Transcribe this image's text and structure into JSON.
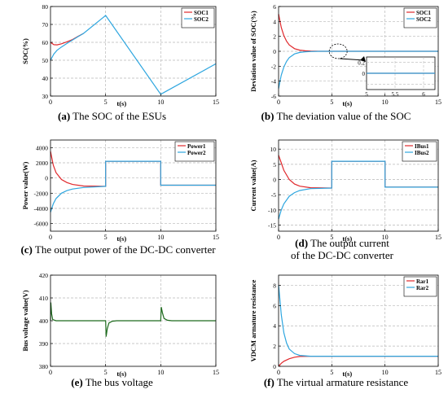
{
  "captions": [
    {
      "letter": "(a)",
      "text": " The SOC of the ESUs"
    },
    {
      "letter": "(b)",
      "text": " The deviation value of the SOC"
    },
    {
      "letter": "(c)",
      "text": " The output power of the DC-DC converter"
    },
    {
      "letter": "(d)",
      "text": " The output current",
      "line2": "of the DC-DC converter"
    },
    {
      "letter": "(e)",
      "text": " The bus voltage"
    },
    {
      "letter": "(f)",
      "text": " The virtual armature resistance"
    }
  ],
  "colors": {
    "red": "#e0282c",
    "blue": "#2ea6df",
    "green": "#1e6b1e",
    "grid": "#b8b8b8"
  },
  "chart_data": [
    {
      "type": "line",
      "title": "",
      "xlabel": "t(s)",
      "ylabel": "SOC(%)",
      "xlim": [
        0,
        15
      ],
      "ylim": [
        30,
        80
      ],
      "xticks": [
        0,
        5,
        10,
        15
      ],
      "yticks": [
        30,
        40,
        50,
        60,
        70,
        80
      ],
      "legend": "top-right",
      "series": [
        {
          "name": "SOC1",
          "color": "red",
          "x": [
            0,
            0.3,
            0.6,
            1,
            1.5,
            2,
            2.5,
            3
          ],
          "y": [
            60,
            58.7,
            58.6,
            59.2,
            60.3,
            61.6,
            63.3,
            65
          ]
        },
        {
          "name": "SOC2",
          "color": "blue",
          "x": [
            0,
            0.3,
            0.6,
            1,
            1.5,
            2,
            2.5,
            3,
            5,
            10,
            15
          ],
          "y": [
            50,
            53.5,
            55.6,
            57.4,
            59.4,
            61.3,
            63.2,
            65,
            75,
            31,
            48
          ]
        }
      ]
    },
    {
      "type": "line",
      "title": "",
      "xlabel": "t(s)",
      "ylabel": "Deviation value of SOC(%)",
      "xlim": [
        0,
        15
      ],
      "ylim": [
        -6,
        6
      ],
      "xticks": [
        0,
        5,
        10,
        15
      ],
      "yticks": [
        -6,
        -4,
        -2,
        0,
        2,
        4,
        6
      ],
      "legend": "top-right",
      "series": [
        {
          "name": "SOC1",
          "color": "red",
          "x": [
            0,
            0.25,
            0.5,
            0.75,
            1,
            1.5,
            2,
            2.5,
            3,
            4,
            15
          ],
          "y": [
            5,
            3.2,
            2.1,
            1.35,
            0.85,
            0.35,
            0.15,
            0.07,
            0.03,
            0,
            0
          ]
        },
        {
          "name": "SOC2",
          "color": "blue",
          "x": [
            0,
            0.25,
            0.5,
            0.75,
            1,
            1.5,
            2,
            2.5,
            3,
            4,
            15
          ],
          "y": [
            -5,
            -3.2,
            -2.1,
            -1.35,
            -0.85,
            -0.35,
            -0.15,
            -0.07,
            -0.03,
            0,
            0
          ]
        }
      ],
      "inset": {
        "xlim": [
          5,
          6.2
        ],
        "ylim": [
          -0.3,
          0.3
        ],
        "xticks": [
          5,
          5.5,
          6
        ],
        "xtick_labels": [
          "5",
          "5.5",
          "6"
        ],
        "yticks": [
          -0.2,
          0,
          0.2
        ],
        "ytick_labels": [
          "",
          "0",
          "0.2"
        ],
        "value": 0
      }
    },
    {
      "type": "line",
      "title": "",
      "xlabel": "t(s)",
      "ylabel": "Power value(W)",
      "xlim": [
        0,
        15
      ],
      "ylim": [
        -7000,
        5000
      ],
      "xticks": [
        0,
        5,
        10,
        15
      ],
      "yticks": [
        -6000,
        -4000,
        -2000,
        0,
        2000,
        4000
      ],
      "legend": "top-right",
      "series": [
        {
          "name": "Power1",
          "color": "red",
          "x": [
            0,
            0.25,
            0.5,
            1,
            1.5,
            2,
            3,
            5,
            5,
            10,
            10,
            15
          ],
          "y": [
            3500,
            1700,
            700,
            -200,
            -600,
            -850,
            -1050,
            -1100,
            2200,
            2200,
            -950,
            -950
          ]
        },
        {
          "name": "Power2",
          "color": "blue",
          "x": [
            0,
            0.25,
            0.5,
            1,
            1.5,
            2,
            3,
            5,
            5,
            10,
            10,
            15
          ],
          "y": [
            -4500,
            -3400,
            -2700,
            -2000,
            -1650,
            -1450,
            -1250,
            -1100,
            2200,
            2200,
            -950,
            -950
          ]
        }
      ]
    },
    {
      "type": "line",
      "title": "",
      "xlabel": "t(s)",
      "ylabel": "Current value(A)",
      "xlim": [
        0,
        15
      ],
      "ylim": [
        -17,
        13
      ],
      "xticks": [
        0,
        5,
        10,
        15
      ],
      "yticks": [
        -15,
        -10,
        -5,
        0,
        5,
        10
      ],
      "legend": "top-right",
      "series": [
        {
          "name": "IBus1",
          "color": "red",
          "x": [
            0,
            0.25,
            0.5,
            1,
            1.5,
            2,
            3,
            5,
            5,
            10,
            10,
            15
          ],
          "y": [
            8,
            5.5,
            3,
            0,
            -1.5,
            -2.2,
            -2.7,
            -2.8,
            6,
            6,
            -2.5,
            -2.5
          ]
        },
        {
          "name": "IBus2",
          "color": "blue",
          "x": [
            0,
            0.25,
            0.5,
            1,
            1.5,
            2,
            3,
            5,
            5,
            10,
            10,
            15
          ],
          "y": [
            -13,
            -10,
            -8,
            -5.5,
            -4.3,
            -3.6,
            -3,
            -2.8,
            6,
            6,
            -2.5,
            -2.5
          ]
        }
      ]
    },
    {
      "type": "line",
      "title": "",
      "xlabel": "t(s)",
      "ylabel": "Bus voltage value(V)",
      "xlim": [
        0,
        15
      ],
      "ylim": [
        380,
        420
      ],
      "xticks": [
        0,
        5,
        10,
        15
      ],
      "yticks": [
        380,
        390,
        400,
        410,
        420
      ],
      "series": [
        {
          "color": "green",
          "x": [
            0,
            0.03,
            0.1,
            0.2,
            0.5,
            5,
            5.05,
            5.15,
            5.3,
            5.6,
            6,
            10,
            10.05,
            10.15,
            10.3,
            10.6,
            11,
            15
          ],
          "y": [
            400,
            408,
            403,
            400.5,
            400,
            400,
            393,
            396.5,
            399,
            399.8,
            400,
            400,
            406,
            403.5,
            401,
            400.2,
            400,
            400
          ]
        }
      ]
    },
    {
      "type": "line",
      "title": "",
      "xlabel": "t(s)",
      "ylabel": "VDCM armature resistance",
      "xlim": [
        0,
        15
      ],
      "ylim": [
        0,
        9
      ],
      "xticks": [
        0,
        5,
        10,
        15
      ],
      "yticks": [
        0,
        2,
        4,
        6,
        8
      ],
      "legend": "top-right",
      "series": [
        {
          "name": "Rar1",
          "color": "red",
          "x": [
            0,
            0.25,
            0.5,
            1,
            1.5,
            2,
            3,
            15
          ],
          "y": [
            0,
            0.3,
            0.5,
            0.75,
            0.9,
            0.97,
            1,
            1
          ]
        },
        {
          "name": "Rar2",
          "color": "blue",
          "x": [
            0,
            0.1,
            0.25,
            0.5,
            0.75,
            1,
            1.5,
            2,
            3,
            15
          ],
          "y": [
            8,
            6.9,
            5.1,
            3.3,
            2.3,
            1.7,
            1.25,
            1.08,
            1,
            1
          ]
        }
      ]
    }
  ]
}
